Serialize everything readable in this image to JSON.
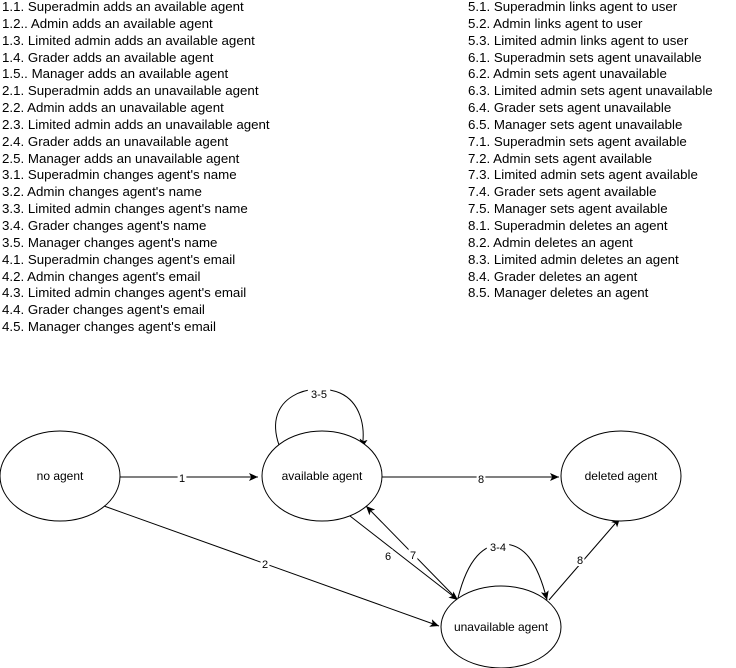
{
  "legend_left": [
    "1.1. Superadmin adds an available agent",
    "1.2.. Admin adds an available agent",
    "1.3. Limited admin adds an available agent",
    "1.4. Grader adds an available agent",
    "1.5.. Manager adds an available agent",
    "2.1. Superadmin adds an unavailable agent",
    "2.2. Admin adds an unavailable agent",
    "2.3. Limited admin adds an unavailable agent",
    "2.4. Grader adds an unavailable agent",
    "2.5. Manager adds an unavailable agent",
    "3.1. Superadmin changes agent's name",
    "3.2. Admin changes agent's name",
    "3.3. Limited admin changes agent's name",
    "3.4. Grader changes agent's name",
    "3.5. Manager changes agent's name",
    "4.1. Superadmin changes agent's email",
    "4.2. Admin changes agent's email",
    "4.3. Limited admin changes agent's email",
    "4.4. Grader changes agent's email",
    "4.5. Manager changes agent's email"
  ],
  "legend_right": [
    "5.1. Superadmin links agent to user",
    "5.2. Admin links agent to user",
    "5.3. Limited admin links agent to user",
    "6.1. Superadmin sets agent unavailable",
    "6.2. Admin sets agent unavailable",
    "6.3. Limited admin sets agent unavailable",
    "6.4. Grader sets agent unavailable",
    "6.5. Manager sets agent unavailable",
    "7.1. Superadmin sets agent available",
    "7.2. Admin sets agent available",
    "7.3. Limited admin sets agent available",
    "7.4. Grader sets agent available",
    "7.5. Manager sets agent available",
    "8.1. Superadmin deletes an agent",
    "8.2. Admin deletes an agent",
    "8.3. Limited admin deletes an agent",
    "8.4. Grader deletes an agent",
    "8.5. Manager deletes an agent"
  ],
  "diagram": {
    "nodes": [
      {
        "id": "no-agent",
        "label": "no agent"
      },
      {
        "id": "available-agent",
        "label": "available agent"
      },
      {
        "id": "deleted-agent",
        "label": "deleted agent"
      },
      {
        "id": "unavailable-agent",
        "label": "unavailable agent"
      }
    ],
    "edges": [
      {
        "id": "edge-1",
        "from": "no-agent",
        "to": "available-agent",
        "label": "1"
      },
      {
        "id": "edge-2",
        "from": "no-agent",
        "to": "unavailable-agent",
        "label": "2"
      },
      {
        "id": "edge-3-5",
        "from": "available-agent",
        "to": "available-agent",
        "label": "3-5"
      },
      {
        "id": "edge-3-4",
        "from": "unavailable-agent",
        "to": "unavailable-agent",
        "label": "3-4"
      },
      {
        "id": "edge-6",
        "from": "available-agent",
        "to": "unavailable-agent",
        "label": "6"
      },
      {
        "id": "edge-7",
        "from": "unavailable-agent",
        "to": "available-agent",
        "label": "7"
      },
      {
        "id": "edge-8a",
        "from": "available-agent",
        "to": "deleted-agent",
        "label": "8"
      },
      {
        "id": "edge-8b",
        "from": "unavailable-agent",
        "to": "deleted-agent",
        "label": "8"
      }
    ]
  }
}
